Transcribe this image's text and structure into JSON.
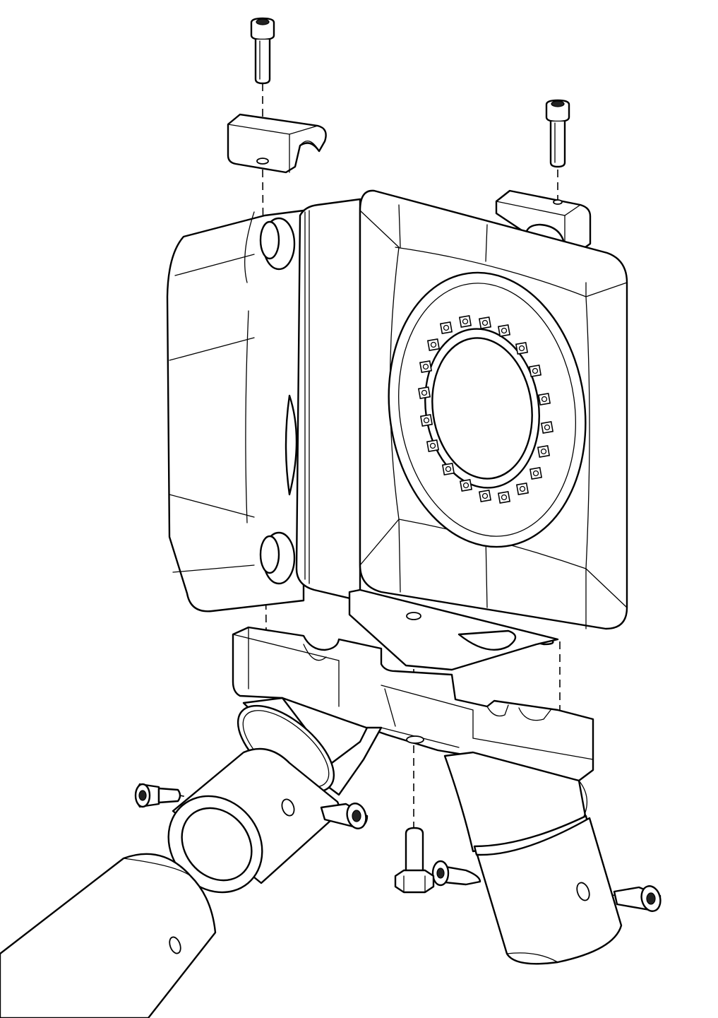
{
  "drawing": {
    "line_color": "#000000",
    "background_color": "#ffffff",
    "bolts_top_count": 2,
    "bolts_side_count": 4,
    "hex_bolt_count": 1,
    "ring_fastener_count": 20
  }
}
